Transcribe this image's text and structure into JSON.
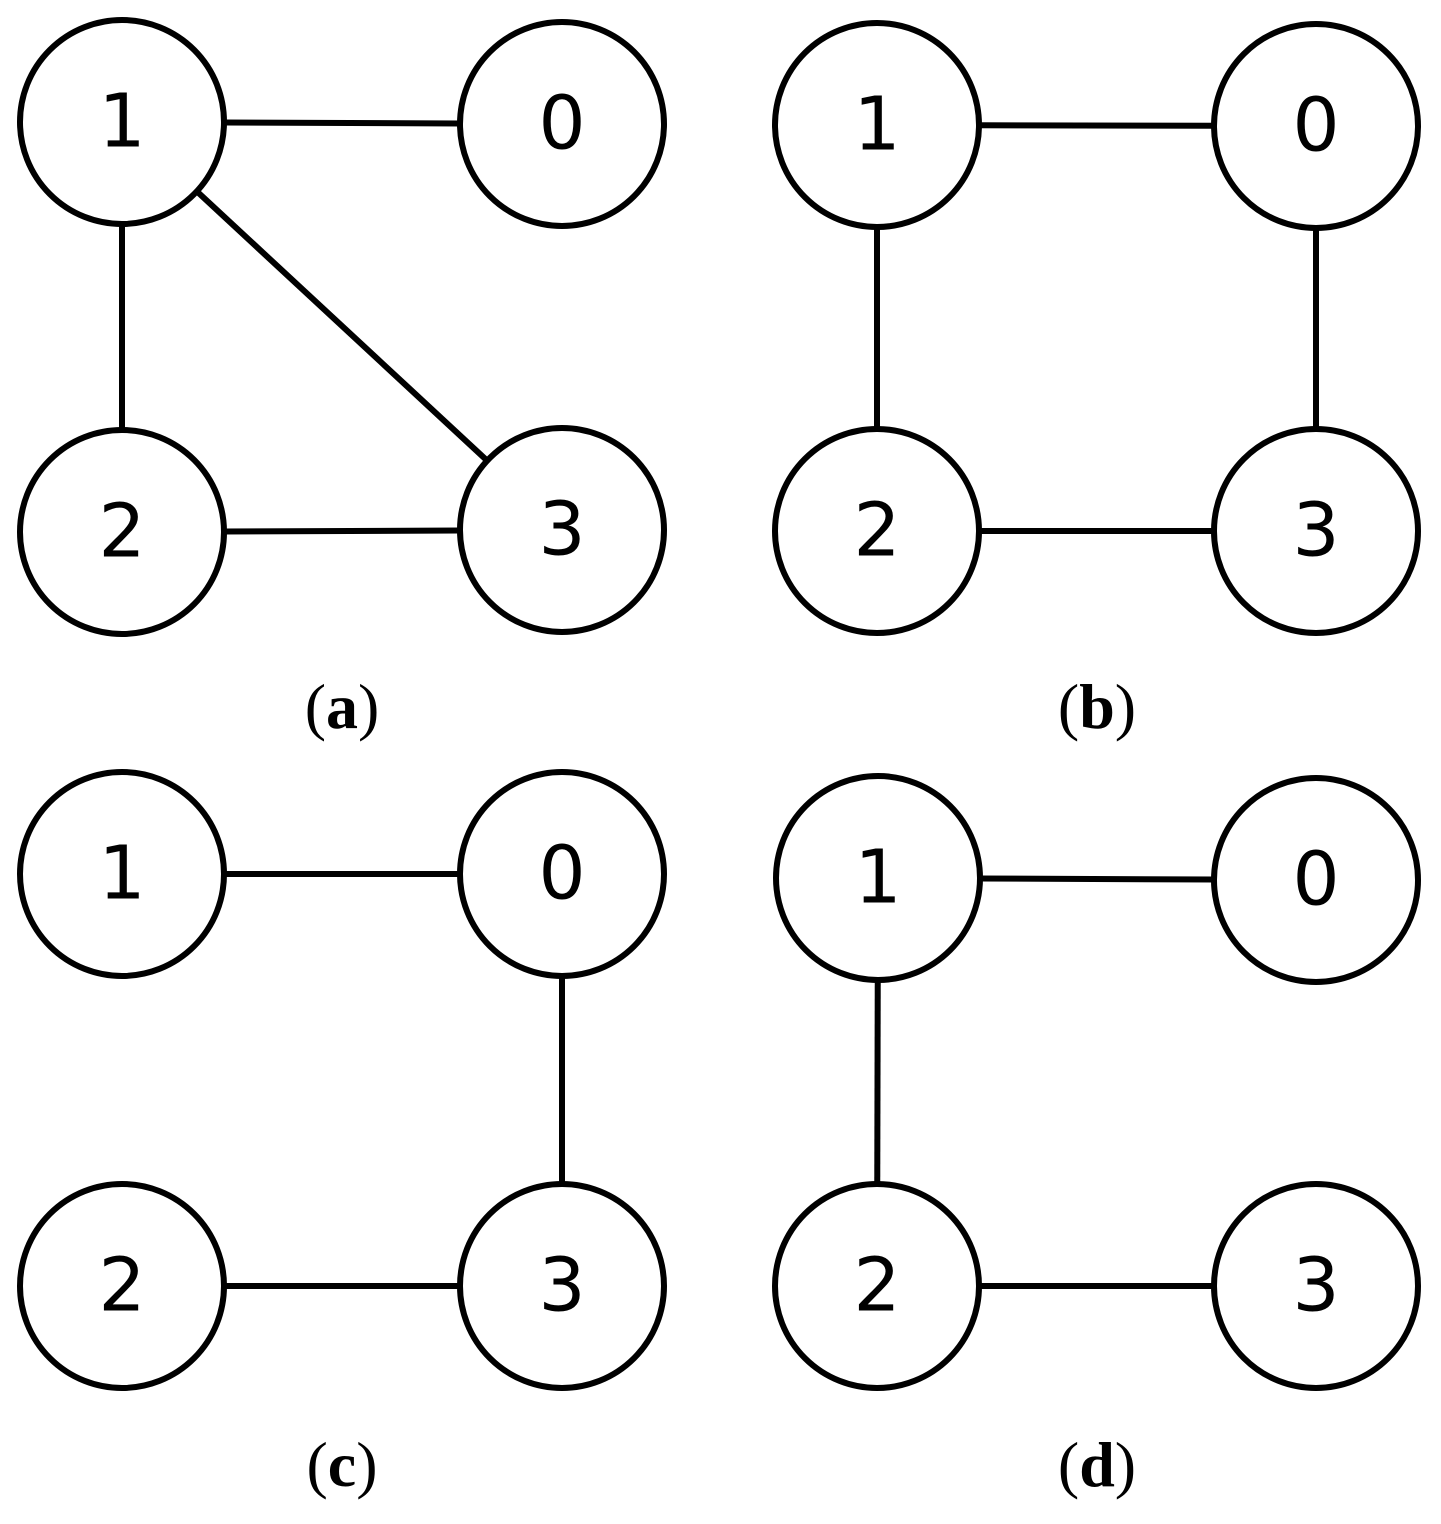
{
  "panels": [
    {
      "id": "a",
      "caption_open": "(",
      "caption_letter": "a",
      "caption_close": ")",
      "nodes": [
        "1",
        "0",
        "2",
        "3"
      ],
      "edges": [
        [
          "1",
          "0"
        ],
        [
          "1",
          "2"
        ],
        [
          "1",
          "3"
        ],
        [
          "2",
          "3"
        ]
      ]
    },
    {
      "id": "b",
      "caption_open": "(",
      "caption_letter": "b",
      "caption_close": ")",
      "nodes": [
        "1",
        "0",
        "2",
        "3"
      ],
      "edges": [
        [
          "1",
          "0"
        ],
        [
          "1",
          "2"
        ],
        [
          "0",
          "3"
        ],
        [
          "2",
          "3"
        ]
      ]
    },
    {
      "id": "c",
      "caption_open": "(",
      "caption_letter": "c",
      "caption_close": ")",
      "nodes": [
        "1",
        "0",
        "2",
        "3"
      ],
      "edges": [
        [
          "1",
          "0"
        ],
        [
          "0",
          "3"
        ],
        [
          "2",
          "3"
        ]
      ]
    },
    {
      "id": "d",
      "caption_open": "(",
      "caption_letter": "d",
      "caption_close": ")",
      "nodes": [
        "1",
        "0",
        "2",
        "3"
      ],
      "edges": [
        [
          "1",
          "0"
        ],
        [
          "1",
          "2"
        ],
        [
          "2",
          "3"
        ]
      ]
    }
  ]
}
